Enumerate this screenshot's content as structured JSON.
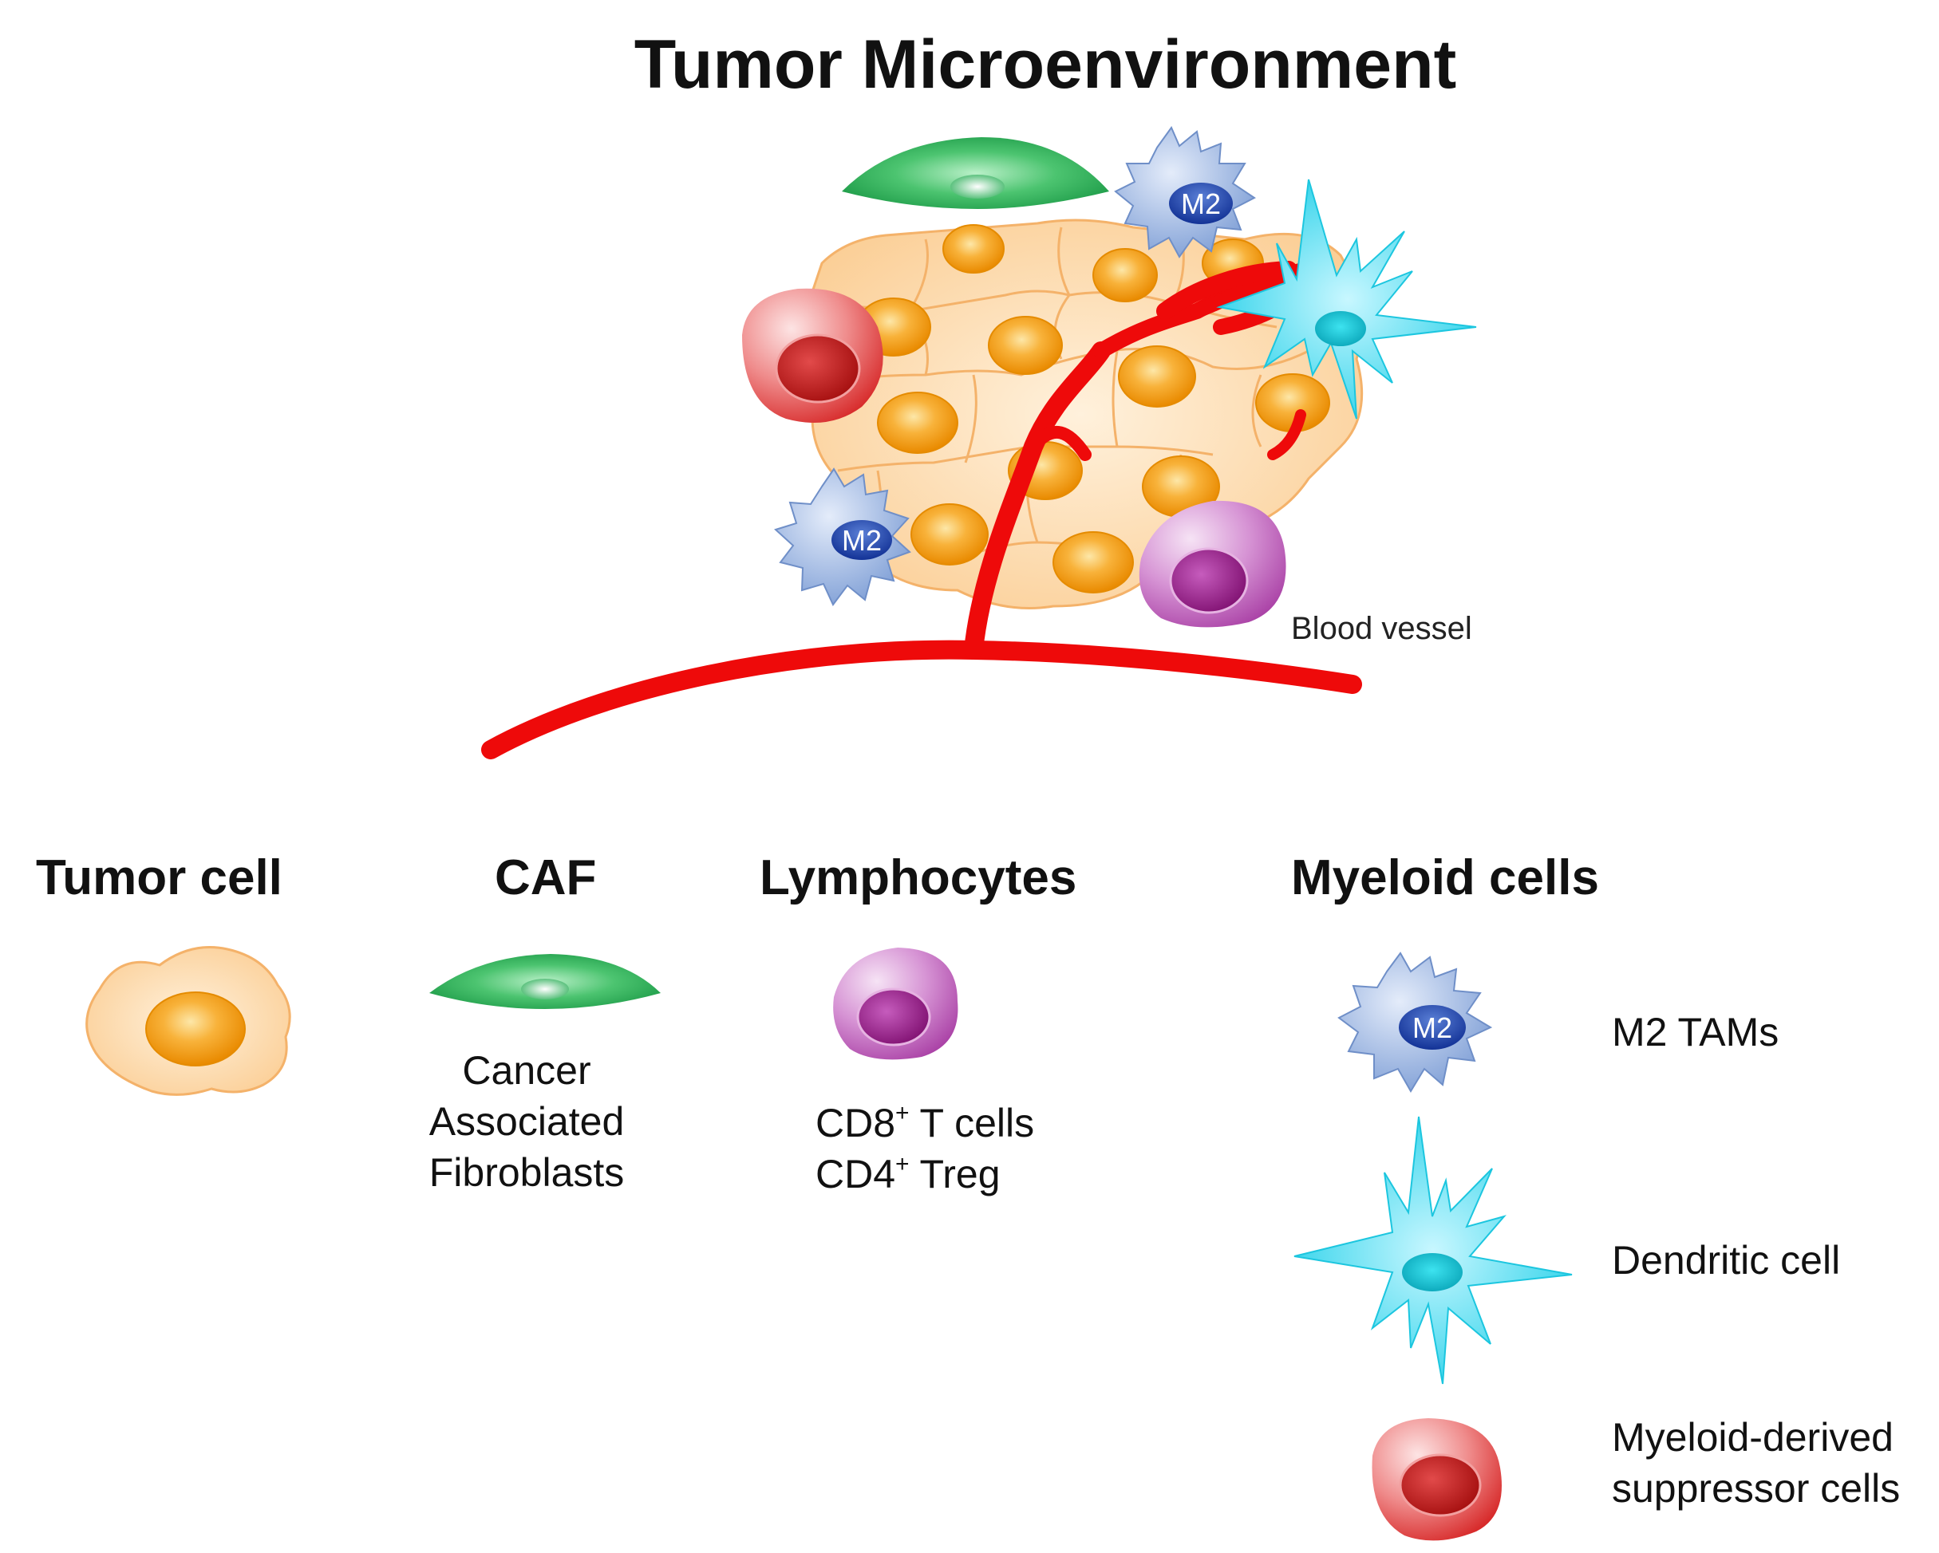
{
  "title": "Tumor Microenvironment",
  "blood_vessel_label": "Blood vessel",
  "m2_marker": "M2",
  "legend": {
    "tumor_cell": {
      "heading": "Tumor cell"
    },
    "caf": {
      "heading": "CAF",
      "lines": [
        "Cancer",
        "Associated",
        "Fibroblasts"
      ]
    },
    "lymphocytes": {
      "heading": "Lymphocytes",
      "line1_prefix": "CD8",
      "line1_sup": "+",
      "line1_suffix": " T cells",
      "line2_prefix": "CD4",
      "line2_sup": "+",
      "line2_suffix": " Treg"
    },
    "myeloid": {
      "heading": "Myeloid cells",
      "m2_tams": "M2 TAMs",
      "dendritic": "Dendritic cell",
      "mdsc_line1": "Myeloid-derived",
      "mdsc_line2": "suppressor cells"
    }
  },
  "colors": {
    "tumor_fill": "#fcd5a2",
    "tumor_nucleus": "#f7a21b",
    "vessel": "#ee0a0a",
    "caf": "#3fba66",
    "m2": "#93b2e2",
    "dendritic": "#31d8ee",
    "mdsc": "#e02a2a",
    "lymphocyte": "#bb4ab7"
  },
  "icons": [
    "tumor-cell-icon",
    "caf-icon",
    "lymphocyte-icon",
    "m2-macrophage-icon",
    "dendritic-cell-icon",
    "mdsc-icon"
  ]
}
